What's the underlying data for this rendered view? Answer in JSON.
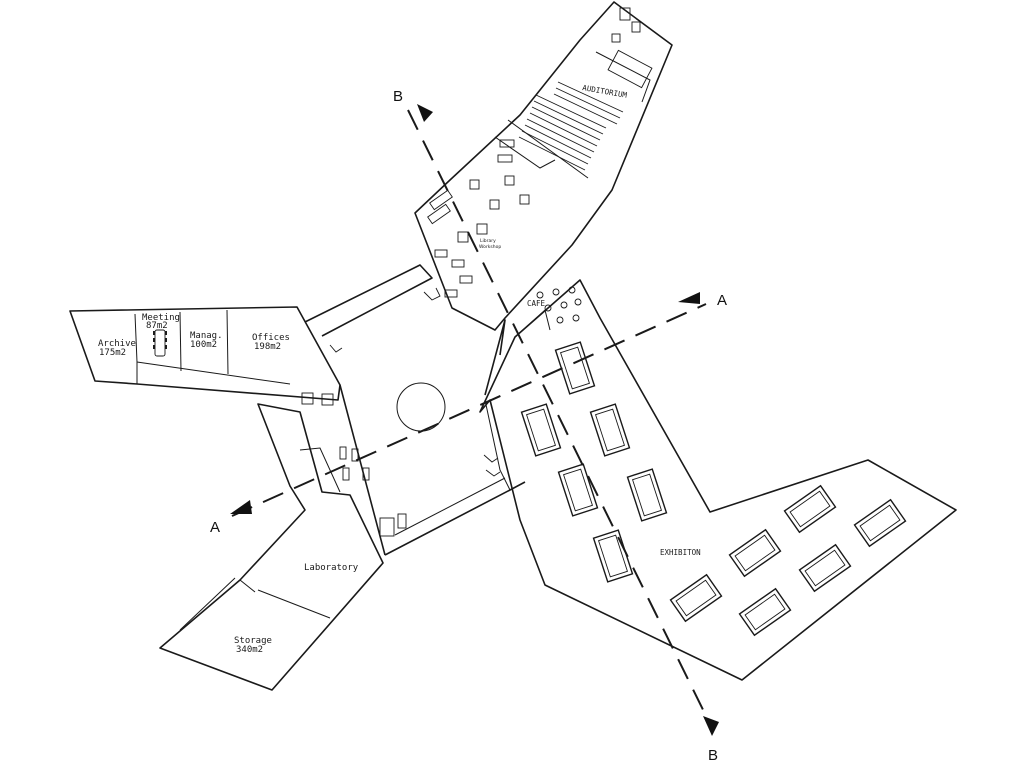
{
  "rooms": {
    "archive": {
      "name": "Archive",
      "area": "175m2"
    },
    "meeting": {
      "name": "Meeting",
      "area": "87m2"
    },
    "management": {
      "name": "Manag.",
      "area": "100m2"
    },
    "offices": {
      "name": "Offices",
      "area": "198m2"
    },
    "laboratory": {
      "name": "Laboratory"
    },
    "storage": {
      "name": "Storage",
      "area": "340m2"
    },
    "auditorium": {
      "name": "AUDITORIUM"
    },
    "cafe": {
      "name": "CAFE"
    },
    "exhibition": {
      "name": "EXHIBITON"
    },
    "library": {
      "line1": "Library",
      "line2": "Workshop"
    }
  },
  "sections": {
    "a_start": "A",
    "a_end": "A",
    "b_start": "B",
    "b_end": "B"
  }
}
